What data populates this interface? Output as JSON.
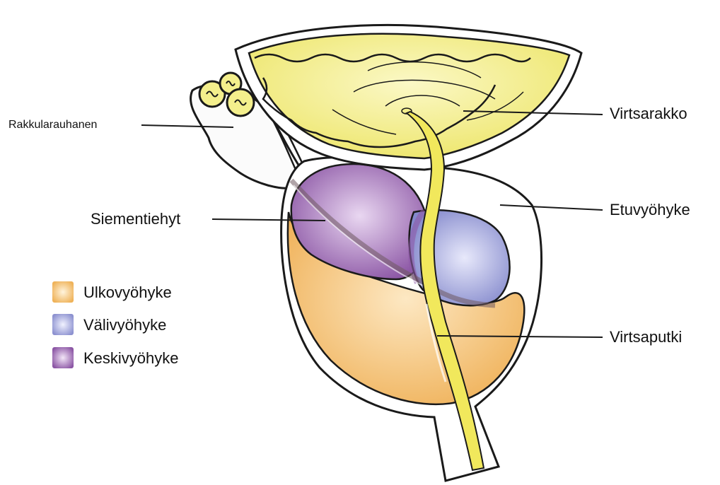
{
  "labels": {
    "seminal_vesicle": "Rakkularauhanen",
    "bladder": "Virtsarakko",
    "ejaculatory_duct": "Siementiehyt",
    "anterior_zone": "Etuvyöhyke",
    "urethra": "Virtsaputki"
  },
  "legend": {
    "items": [
      {
        "label": "Ulkovyöhyke",
        "color": "#f2bd6b"
      },
      {
        "label": "Välivyöhyke",
        "color": "#9a9ed6"
      },
      {
        "label": "Keskivyöhyke",
        "color": "#9864ae"
      }
    ]
  },
  "colors": {
    "bladder_fill": "#f4ef8c",
    "outline": "#1a1a1a",
    "peripheral_zone": "#f2bd6b",
    "transition_zone": "#8f93d2",
    "central_zone": "#9a68b0",
    "urethra": "#f1e85c"
  }
}
